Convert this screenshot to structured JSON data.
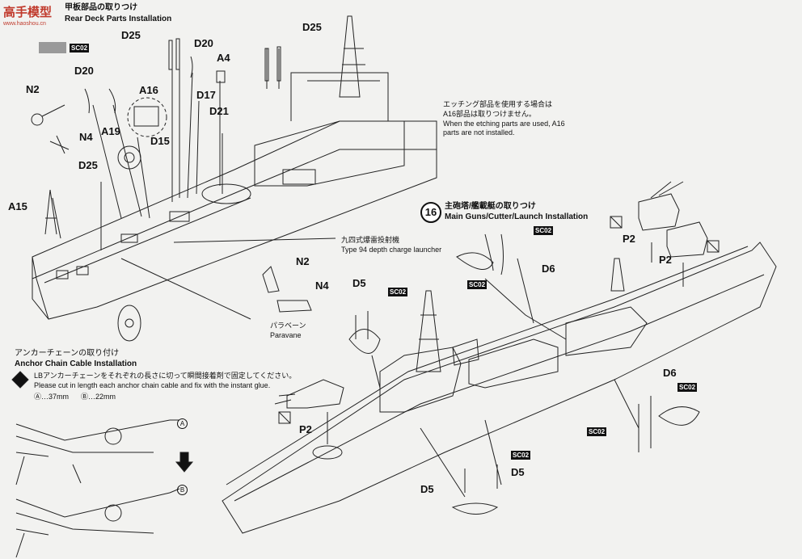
{
  "watermark": {
    "text": "高手模型",
    "sub": "www.haoshou.cn"
  },
  "rear_deck": {
    "title_jp": "甲板部品の取りつけ",
    "title_en": "Rear Deck Parts Installation"
  },
  "step16": {
    "number": "16",
    "title_jp": "主砲塔/艦載艇の取りつけ",
    "title_en": "Main Guns/Cutter/Launch Installation"
  },
  "etching_note": {
    "jp1": "エッチング部品を使用する場合は",
    "jp2": "A16部品は取りつけません。",
    "en1": "When the etching parts are used, A16",
    "en2": "parts are not installed."
  },
  "depth_charge": {
    "jp": "九四式爆雷投射機",
    "en": "Type 94 depth charge launcher"
  },
  "paravane": {
    "jp": "パラベーン",
    "en": "Paravane"
  },
  "anchor": {
    "title_jp": "アンカーチェーンの取り付け",
    "title_en": "Anchor Chain Cable Installation",
    "note_jp": "LBアンカーチェーンをそれぞれの長さに切って瞬間接着剤で固定してください。",
    "note_en": "Please cut in length each anchor chain cable and fix with the instant glue.",
    "len_a": "Ⓐ…37mm",
    "len_b": "Ⓑ…22mm",
    "callout_a": "A",
    "callout_b": "B"
  },
  "labels": {
    "d25_top": "D25",
    "d20_top": "D20",
    "a4": "A4",
    "d25_right": "D25",
    "n2_left": "N2",
    "d20_left": "D20",
    "a16": "A16",
    "d17": "D17",
    "d21": "D21",
    "n4_left": "N4",
    "a19": "A19",
    "d15": "D15",
    "d25_left": "D25",
    "a15": "A15",
    "n2_para": "N2",
    "n4_para": "N4",
    "p2_upper": "P2",
    "p2_mid": "P2",
    "p2_low": "P2",
    "d6_upper": "D6",
    "d5_left": "D5",
    "d6_right": "D6",
    "d5_low_right": "D5",
    "d5_low_left": "D5"
  },
  "badges": {
    "sc02_swatch": "SC02",
    "sc02_cutter_top": "SC02",
    "sc02_cutter_left": "SC02",
    "sc02_d5": "SC02",
    "sc02_right_top": "SC02",
    "sc02_right_left": "SC02",
    "sc02_low": "SC02"
  },
  "colors": {
    "swatch": "#9a9a9a",
    "ink": "#111111",
    "paper": "#f2f2f0",
    "watermark": "#c0392b"
  },
  "icons": {
    "arrow": "down-arrow-icon",
    "no_glue": "no-glue-icon",
    "glue": "glue-diamond-icon"
  }
}
